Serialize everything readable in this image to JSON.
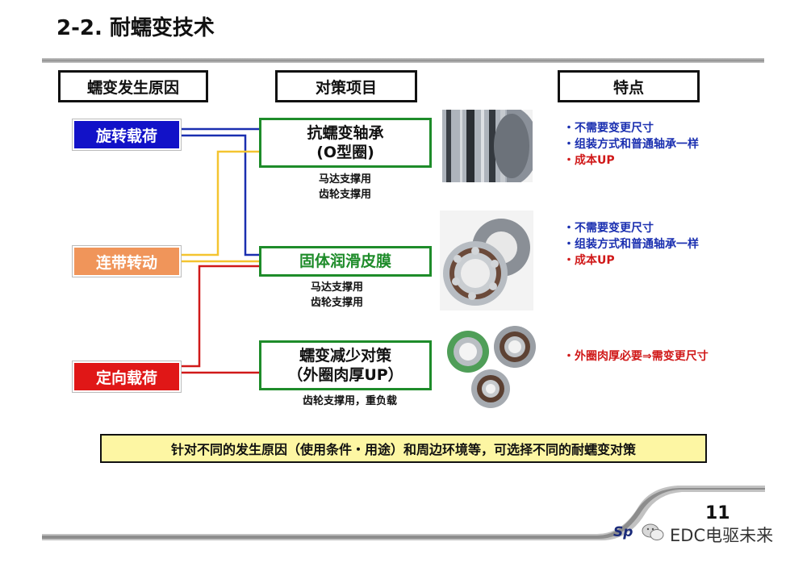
{
  "title": "2-2. 耐蠕变技术",
  "headers": {
    "cause": "蠕变发生原因",
    "measure": "对策项目",
    "feature": "特点"
  },
  "causes": [
    {
      "label": "旋转载荷",
      "color": "#1212c8"
    },
    {
      "label": "连带转动",
      "color": "#f0955a"
    },
    {
      "label": "定向载荷",
      "color": "#e01717"
    }
  ],
  "measures": [
    {
      "line1": "抗蠕变轴承",
      "line2": "(O型圈)",
      "color": "#111111",
      "usage1": "马达支撑用",
      "usage2": "齿轮支撑用"
    },
    {
      "line1": "固体润滑皮膜",
      "line2": "",
      "color": "#1e8c2a",
      "usage1": "马达支撑用",
      "usage2": "齿轮支撑用"
    },
    {
      "line1": "蠕变减少对策",
      "line2": "（外圈肉厚UP）",
      "color": "#111111",
      "usage1": "齿轮支撑用，重负载",
      "usage2": ""
    }
  ],
  "features": [
    [
      "・不需要变更尺寸",
      "・组装方式和普通轴承一样",
      "・成本UP"
    ],
    [
      "・不需要变更尺寸",
      "・组装方式和普通轴承一样",
      "・成本UP"
    ],
    [
      "・外圈肉厚必要⇒需变更尺寸"
    ]
  ],
  "summary": "针对不同的发生原因（使用条件・用途）和周边环境等，可选择不同的耐蠕变对策",
  "page_number": "11",
  "footer": {
    "brand": "Sp",
    "watermark": "EDC电驱未来"
  },
  "colors": {
    "blue": "#1a2fb0",
    "red": "#d01919",
    "green": "#1e8c2a",
    "yellow": "#f4c430"
  }
}
